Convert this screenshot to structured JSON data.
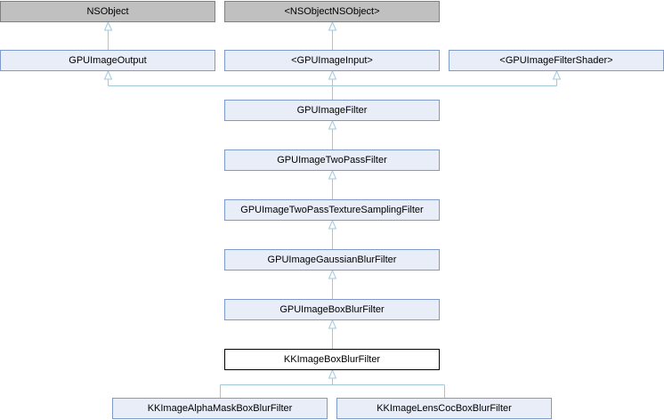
{
  "diagram": {
    "colors": {
      "edge": "#9fc8dd",
      "external_fill": "#c0c0c0",
      "class_fill": "#e8edf7",
      "class_border": "#7e9acc",
      "current_fill": "#ffffff",
      "current_border": "#000000"
    },
    "nodes": {
      "nsobject": "NSObject",
      "nsobject_protocol": "<NSObjectNSObject>",
      "gpuimage_output": "GPUImageOutput",
      "gpuimage_input": "<GPUImageInput>",
      "gpuimage_filter_shader": "<GPUImageFilterShader>",
      "gpuimage_filter": "GPUImageFilter",
      "gpuimage_two_pass_filter": "GPUImageTwoPassFilter",
      "gpuimage_two_pass_texture_sampling_filter": "GPUImageTwoPassTextureSamplingFilter",
      "gpuimage_gaussian_blur_filter": "GPUImageGaussianBlurFilter",
      "gpuimage_box_blur_filter": "GPUImageBoxBlurFilter",
      "kkimage_box_blur_filter": "KKImageBoxBlurFilter",
      "kkimage_alpha_mask_box_blur_filter": "KKImageAlphaMaskBoxBlurFilter",
      "kkimage_lens_coc_box_blur_filter": "KKImageLensCocBoxBlurFilter"
    },
    "edges": [
      [
        "gpuimage_output",
        "nsobject"
      ],
      [
        "gpuimage_input",
        "nsobject_protocol"
      ],
      [
        "gpuimage_filter",
        "gpuimage_output"
      ],
      [
        "gpuimage_filter",
        "gpuimage_input"
      ],
      [
        "gpuimage_filter",
        "gpuimage_filter_shader"
      ],
      [
        "gpuimage_two_pass_filter",
        "gpuimage_filter"
      ],
      [
        "gpuimage_two_pass_texture_sampling_filter",
        "gpuimage_two_pass_filter"
      ],
      [
        "gpuimage_gaussian_blur_filter",
        "gpuimage_two_pass_texture_sampling_filter"
      ],
      [
        "gpuimage_box_blur_filter",
        "gpuimage_gaussian_blur_filter"
      ],
      [
        "kkimage_box_blur_filter",
        "gpuimage_box_blur_filter"
      ],
      [
        "kkimage_alpha_mask_box_blur_filter",
        "kkimage_box_blur_filter"
      ],
      [
        "kkimage_lens_coc_box_blur_filter",
        "kkimage_box_blur_filter"
      ]
    ]
  }
}
